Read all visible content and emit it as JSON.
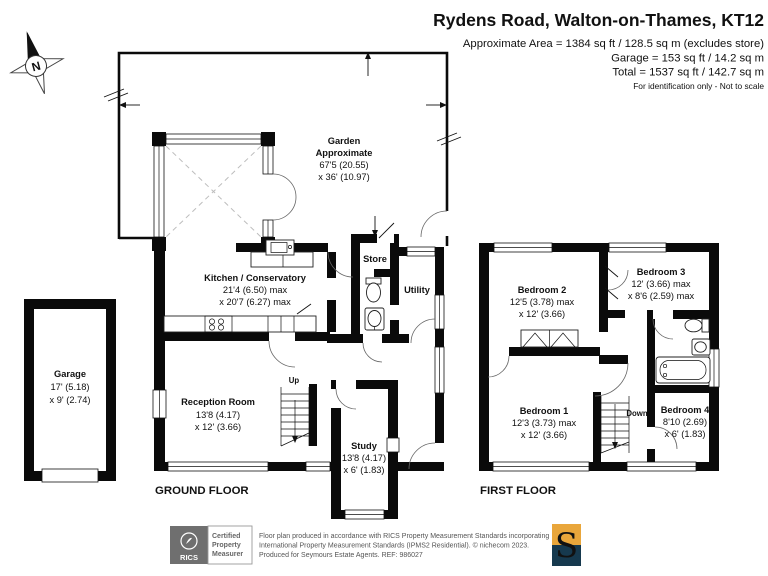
{
  "header": {
    "title": "Rydens Road, Walton-on-Thames, KT12",
    "area_lines": [
      "Approximate Area = 1384 sq ft / 128.5 sq m (excludes store)",
      "Garage = 153 sq ft / 14.2 sq m",
      "Total = 1537 sq ft / 142.7 sq m"
    ],
    "note": "For identification only - Not to scale"
  },
  "compass": {
    "label": "N"
  },
  "ground": {
    "label": "GROUND FLOOR",
    "garden": {
      "line1": "Garden",
      "line2": "Approximate",
      "dim1": "67'5 (20.55)",
      "dim2": "x 36' (10.97)"
    },
    "kitchen": {
      "name": "Kitchen / Conservatory",
      "dim1": "21'4 (6.50) max",
      "dim2": "x 20'7 (6.27) max"
    },
    "store": {
      "name": "Store"
    },
    "utility": {
      "name": "Utility"
    },
    "garage": {
      "name": "Garage",
      "dim1": "17' (5.18)",
      "dim2": "x 9' (2.74)"
    },
    "reception": {
      "name": "Reception Room",
      "dim1": "13'8 (4.17)",
      "dim2": "x 12' (3.66)"
    },
    "study": {
      "name": "Study",
      "dim1": "13'8 (4.17)",
      "dim2": "x 6' (1.83)"
    },
    "stairs": {
      "label": "Up"
    }
  },
  "first": {
    "label": "FIRST FLOOR",
    "bedroom1": {
      "name": "Bedroom 1",
      "dim1": "12'3 (3.73) max",
      "dim2": "x 12' (3.66)"
    },
    "bedroom2": {
      "name": "Bedroom 2",
      "dim1": "12'5 (3.78) max",
      "dim2": "x 12' (3.66)"
    },
    "bedroom3": {
      "name": "Bedroom 3",
      "dim1": "12' (3.66) max",
      "dim2": "x 8'6 (2.59) max"
    },
    "bedroom4": {
      "name": "Bedroom 4",
      "dim1": "8'10 (2.69)",
      "dim2": "x 6' (1.83)"
    },
    "stairs": {
      "label": "Down"
    }
  },
  "footer": {
    "rics_brand": "RICS",
    "rics_cert": [
      "Certified",
      "Property",
      "Measurer"
    ],
    "disclaimer": [
      "Floor plan produced in accordance with RICS Property Measurement Standards incorporating",
      "International Property Measurement Standards (IPMS2 Residential).  © nichecom 2023.",
      "Produced for Seymours Estate Agents.   REF: 986027"
    ],
    "logo_letter": "S"
  },
  "colors": {
    "wall": "#0a0a0a",
    "logo_gold": "#E9A63B",
    "logo_navy": "#16394E",
    "rics_gray": "#6F6F6F"
  }
}
